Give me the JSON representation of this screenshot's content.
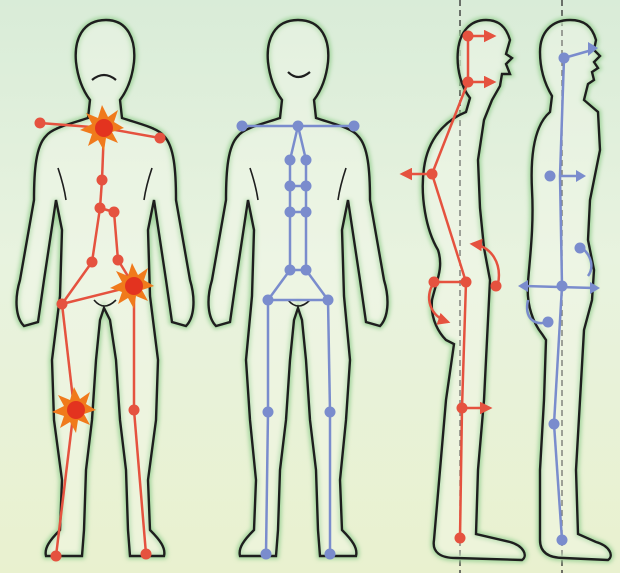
{
  "colors": {
    "background": "#e3f0dc",
    "outline": "#1e1e1e",
    "outline_glow": "#9fd39a",
    "bad_posture": "#e5523f",
    "good_posture": "#7a8ccd",
    "pain_burst": "#f07a1c",
    "pain_core": "#e3331f",
    "plumb_line": "#3a3a3a"
  },
  "figures": [
    {
      "id": "front-bad",
      "view": "front",
      "alignment": "misaligned",
      "expression": "frown",
      "pain_markers": 3
    },
    {
      "id": "front-good",
      "view": "front",
      "alignment": "aligned",
      "expression": "smile",
      "pain_markers": 0
    },
    {
      "id": "side-bad",
      "view": "side",
      "alignment": "misaligned",
      "has_plumb_line": true
    },
    {
      "id": "side-good",
      "view": "side",
      "alignment": "aligned",
      "has_plumb_line": true
    }
  ]
}
